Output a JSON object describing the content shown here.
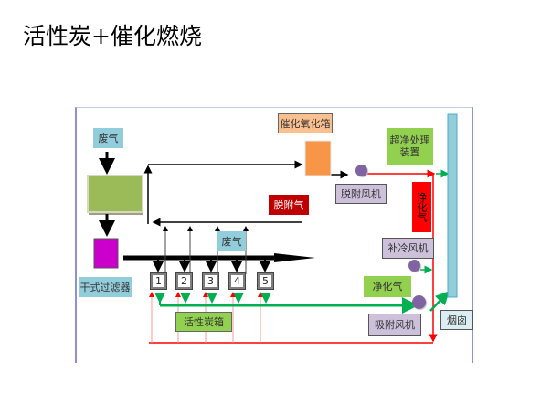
{
  "title": "活性炭+催化燃烧",
  "labels": {
    "waste_gas_top": "废气",
    "waste_gas_mid": "废气",
    "dry_filter": "干式过滤器",
    "catalytic_box": "催化氧化箱",
    "desorb_gas": "脱附气",
    "desorb_fan": "脱附风机",
    "ultra_clean": "超净处理装置",
    "clean_gas_vertical": "净化气",
    "cooling_fan": "补冷风机",
    "clean_gas": "净化气",
    "adsorb_fan": "吸附风机",
    "chimney": "烟囱",
    "activated_carbon_box": "活性炭箱"
  },
  "carbon_units": [
    "1",
    "2",
    "3",
    "4",
    "5"
  ],
  "colors": {
    "waste_gas": "#92cddc",
    "pretreat": "#9bbb59",
    "filter": "#cc00cc",
    "catalytic": "#f79646",
    "fan": "#8064a2",
    "desorb": "#c00000",
    "clean_line": "#00b050",
    "hot_line": "#ff0000"
  }
}
